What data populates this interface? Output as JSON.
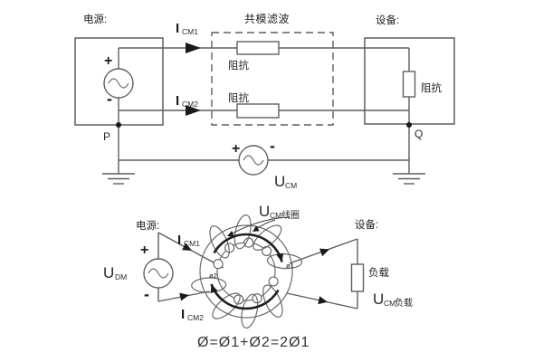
{
  "colors": {
    "background": "#ffffff",
    "line": "#5f5f5f",
    "text": "#242424",
    "arrow": "#1a1a1a"
  },
  "top_diagram": {
    "source_label": "电源:",
    "filter_label": "共模滤波",
    "device_label": "设备:",
    "source_plus": "+",
    "source_minus": "-",
    "icm1": {
      "main": "I",
      "sub": "CM1"
    },
    "icm2": {
      "main": "I",
      "sub": "CM2"
    },
    "impedance_top": "阻抗",
    "impedance_bottom": "阻抗",
    "impedance_device": "阻抗",
    "node_p": "P",
    "node_q": "Q",
    "ucm_source": {
      "plus": "+",
      "minus": "-",
      "main": "U",
      "sub": "CM"
    }
  },
  "bottom_diagram": {
    "source_label": "电源:",
    "device_label": "设备:",
    "source_plus": "+",
    "source_minus": "-",
    "udm": {
      "main": "U",
      "sub": "DM"
    },
    "icm1": {
      "main": "I",
      "sub": "CM1"
    },
    "icm2": {
      "main": "I",
      "sub": "CM2"
    },
    "ucm_coil": {
      "main": "U",
      "sub": "CM",
      "suffix": "线圈"
    },
    "ucm_load": {
      "main": "U",
      "sub": "CM",
      "suffix": "负载"
    },
    "load_label": "负载",
    "flux1": "ø1",
    "flux2": "ø2",
    "formula": "Ø=Ø1+Ø2=2Ø1"
  }
}
